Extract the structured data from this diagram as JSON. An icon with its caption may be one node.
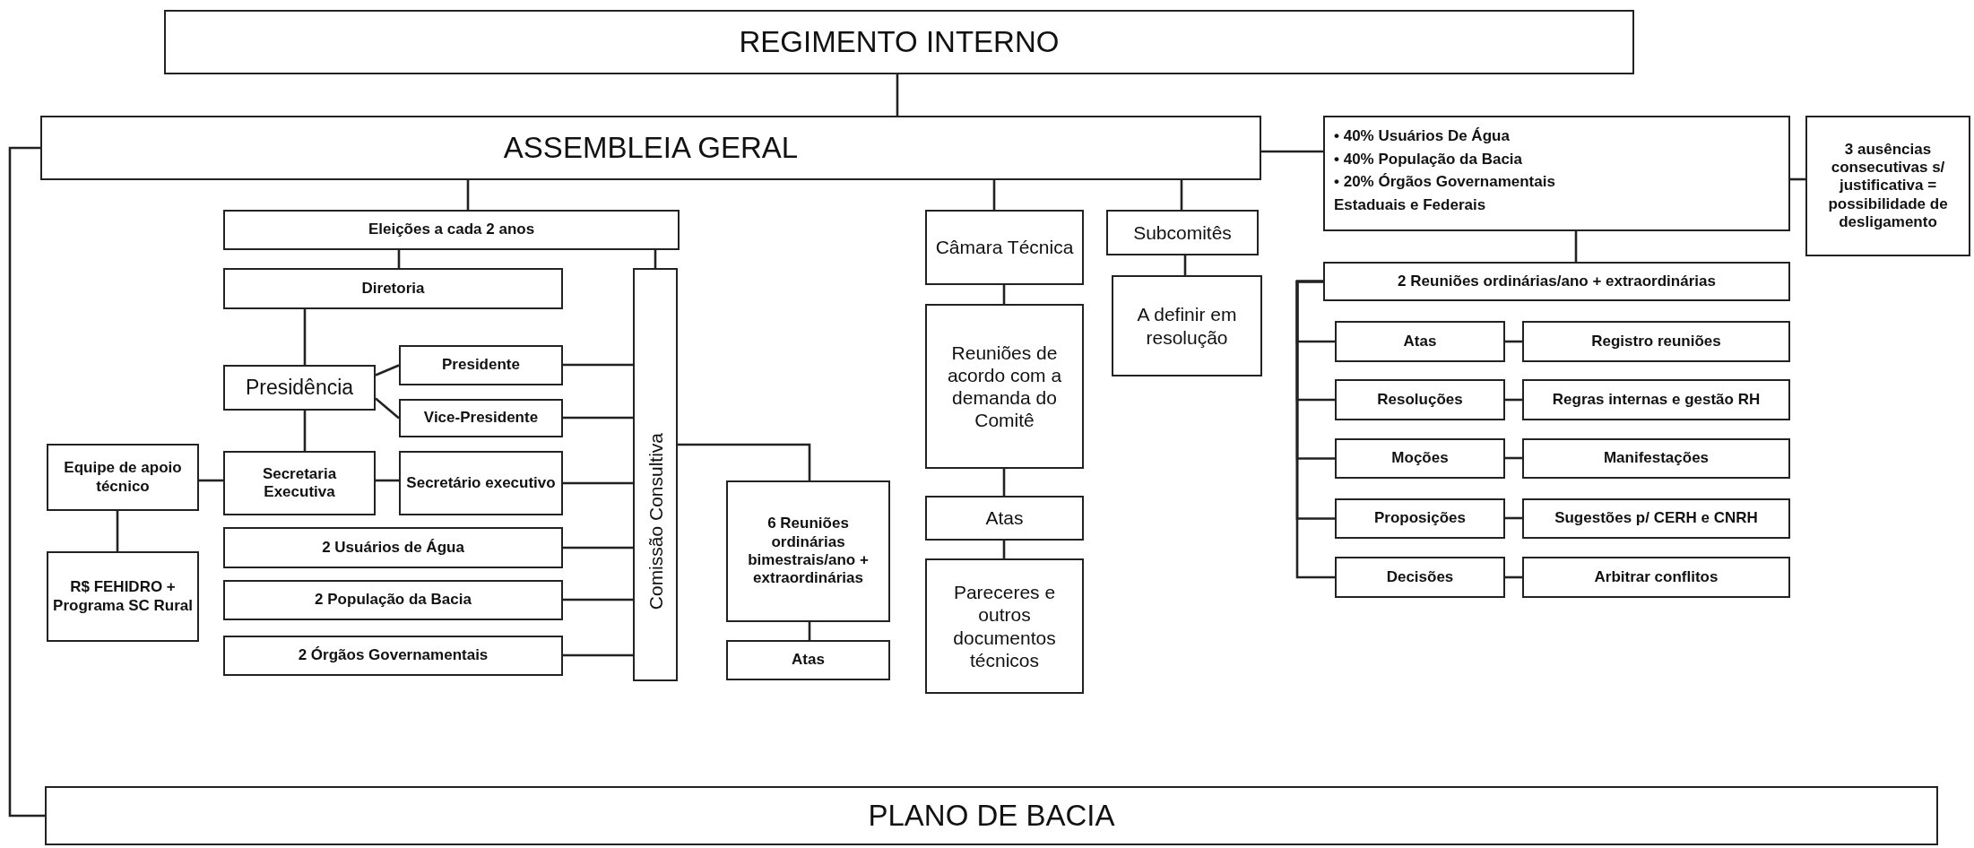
{
  "diagram": {
    "nodes": [
      {
        "text": [
          "REGIMENTO INTERNO"
        ]
      },
      {
        "text": [
          "ASSEMBLEIA GERAL"
        ]
      },
      {
        "text": [
          "Eleições a cada 2 anos"
        ]
      },
      {
        "text": [
          "Diretoria"
        ]
      },
      {
        "text": [
          "Presidência"
        ]
      },
      {
        "text": [
          "Presidente"
        ]
      },
      {
        "text": [
          "Vice-Presidente"
        ]
      },
      {
        "text": [
          "Equipe de apoio técnico"
        ]
      },
      {
        "text": [
          "Secretaria Executiva"
        ]
      },
      {
        "text": [
          "Secretário executivo"
        ]
      },
      {
        "text": [
          "R$ FEHIDRO + Programa SC Rural"
        ]
      },
      {
        "text": [
          "2 Usuários de Água"
        ]
      },
      {
        "text": [
          "2 População da Bacia"
        ]
      },
      {
        "text": [
          "2 Órgãos Governamentais"
        ]
      },
      {
        "text": [
          "Comissão Consultiva"
        ]
      },
      {
        "text": [
          "6 Reuniões ordinárias bimestrais/ano + extraordinárias"
        ]
      },
      {
        "text": [
          "Atas"
        ]
      },
      {
        "text": [
          "Câmara Técnica"
        ]
      },
      {
        "text": [
          "Reuniões de acordo com a demanda do Comitê"
        ]
      },
      {
        "text": [
          "Atas"
        ]
      },
      {
        "text": [
          "Pareceres e outros documentos técnicos"
        ]
      },
      {
        "text": [
          "Subcomitês"
        ]
      },
      {
        "text": [
          "A definir em resolução"
        ]
      },
      {
        "text": [
          "• 40% Usuários De Água",
          "• 40% População da Bacia",
          "• 20% Órgãos Governamentais Estaduais e Federais"
        ]
      },
      {
        "text": [
          "3 ausências consecutivas s/ justificativa = possibilidade de desligamento"
        ]
      },
      {
        "text": [
          "2 Reuniões ordinárias/ano + extraordinárias"
        ]
      },
      {
        "text": [
          "Atas"
        ]
      },
      {
        "text": [
          "Registro reuniões"
        ]
      },
      {
        "text": [
          "Resoluções"
        ]
      },
      {
        "text": [
          "Regras internas e gestão RH"
        ]
      },
      {
        "text": [
          "Moções"
        ]
      },
      {
        "text": [
          "Manifestações"
        ]
      },
      {
        "text": [
          "Proposições"
        ]
      },
      {
        "text": [
          "Sugestões p/ CERH e CNRH"
        ]
      },
      {
        "text": [
          "Decisões"
        ]
      },
      {
        "text": [
          "Arbitrar conflitos"
        ]
      },
      {
        "text": [
          "PLANO DE BACIA"
        ]
      }
    ],
    "edges": [
      {
        "from": 0,
        "to": 1,
        "arrow": "none"
      },
      {
        "from": 1,
        "to": 2,
        "arrow": "none"
      },
      {
        "from": 2,
        "to": 3,
        "arrow": "none"
      },
      {
        "from": 2,
        "to": 14,
        "arrow": "none"
      },
      {
        "from": 3,
        "to": 4,
        "arrow": "none"
      },
      {
        "from": 4,
        "to": 5,
        "arrow": "none"
      },
      {
        "from": 4,
        "to": 6,
        "arrow": "none"
      },
      {
        "from": 4,
        "to": 8,
        "arrow": "none"
      },
      {
        "from": 7,
        "to": 8,
        "arrow": "none"
      },
      {
        "from": 8,
        "to": 9,
        "arrow": "none"
      },
      {
        "from": 7,
        "to": 10,
        "arrow": "none"
      },
      {
        "from": 5,
        "to": 14,
        "arrow": "none"
      },
      {
        "from": 6,
        "to": 14,
        "arrow": "none"
      },
      {
        "from": 9,
        "to": 14,
        "arrow": "none"
      },
      {
        "from": 11,
        "to": 14,
        "arrow": "none"
      },
      {
        "from": 12,
        "to": 14,
        "arrow": "none"
      },
      {
        "from": 13,
        "to": 14,
        "arrow": "none"
      },
      {
        "from": 14,
        "to": 15,
        "arrow": "none"
      },
      {
        "from": 15,
        "to": 16,
        "arrow": "none"
      },
      {
        "from": 1,
        "to": 17,
        "arrow": "none"
      },
      {
        "from": 17,
        "to": 18,
        "arrow": "none"
      },
      {
        "from": 18,
        "to": 19,
        "arrow": "none"
      },
      {
        "from": 19,
        "to": 20,
        "arrow": "none"
      },
      {
        "from": 1,
        "to": 21,
        "arrow": "none"
      },
      {
        "from": 21,
        "to": 22,
        "arrow": "none"
      },
      {
        "from": 1,
        "to": 23,
        "arrow": "none"
      },
      {
        "from": 23,
        "to": 24,
        "arrow": "none"
      },
      {
        "from": 23,
        "to": 25,
        "arrow": "none"
      },
      {
        "from": 25,
        "to": 26,
        "arrow": "none"
      },
      {
        "from": 25,
        "to": 28,
        "arrow": "none"
      },
      {
        "from": 25,
        "to": 30,
        "arrow": "none"
      },
      {
        "from": 25,
        "to": 32,
        "arrow": "none"
      },
      {
        "from": 25,
        "to": 34,
        "arrow": "none"
      },
      {
        "from": 26,
        "to": 27,
        "arrow": "none"
      },
      {
        "from": 28,
        "to": 29,
        "arrow": "none"
      },
      {
        "from": 30,
        "to": 31,
        "arrow": "none"
      },
      {
        "from": 32,
        "to": 33,
        "arrow": "none"
      },
      {
        "from": 34,
        "to": 35,
        "arrow": "none"
      },
      {
        "from": 1,
        "to": 36,
        "arrow": "none"
      }
    ]
  }
}
